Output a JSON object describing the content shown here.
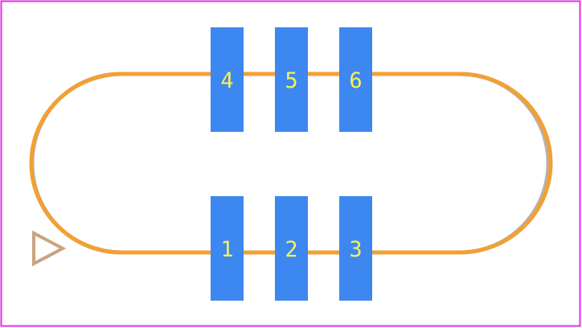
{
  "footprint": {
    "top_row_pads": [
      {
        "label": "4"
      },
      {
        "label": "5"
      },
      {
        "label": "6"
      }
    ],
    "bottom_row_pads": [
      {
        "label": "1"
      },
      {
        "label": "2"
      },
      {
        "label": "3"
      }
    ],
    "pin1_marker": "triangle-marker-icon"
  },
  "colors": {
    "border": "#e62ee6",
    "outline": "#f2a033",
    "outline_shadow": "#b3b3b3",
    "pad": "#3d87f0",
    "pad_label": "#f5f25a",
    "marker": "#c9a47d"
  }
}
